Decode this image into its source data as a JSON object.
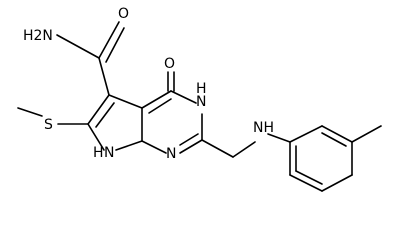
{
  "structure": {
    "colors": {
      "bond": "#000000",
      "text": "#000000",
      "background": "#ffffff"
    },
    "labels": {
      "amide_nh2": "H2N",
      "amide_o": "O",
      "ring_o": "O",
      "ring_nh": "N",
      "ring_nh_h": "H",
      "ring_n_bottom": "N",
      "pyrrole_nh": "N",
      "pyrrole_nh_h": "H",
      "linker_nh": "NH",
      "sulfur": "S"
    }
  }
}
